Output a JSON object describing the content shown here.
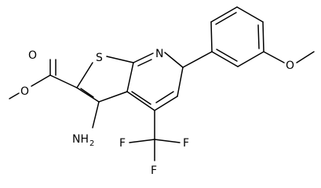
{
  "molecule": {
    "atom_labels": {
      "sulfur": "S",
      "nitrogen": "N",
      "amine": "NH",
      "amine_count": "2",
      "fluorine_top": "F",
      "fluorine_right": "F",
      "fluorine_bottom": "F",
      "methoxy_oxygen": "O",
      "ester_carbonyl_oxygen": "O",
      "ester_ether_oxygen": "O"
    }
  }
}
